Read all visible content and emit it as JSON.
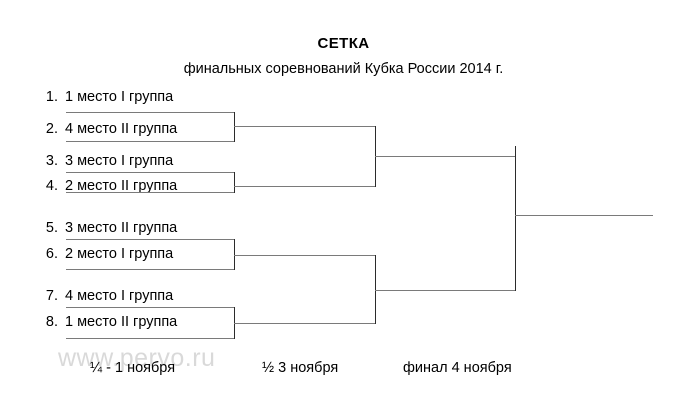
{
  "header": {
    "title": "СЕТКА",
    "subtitle": "финальных соревнований Кубка России 2014 г."
  },
  "bracket": {
    "seeds": [
      {
        "num": "1.",
        "label": "1 место I группа"
      },
      {
        "num": "2.",
        "label": "4 место II группа"
      },
      {
        "num": "3.",
        "label": "3 место I группа"
      },
      {
        "num": "4.",
        "label": "2 место II группа"
      },
      {
        "num": "5.",
        "label": "3 место II группа"
      },
      {
        "num": "6.",
        "label": "2 место I группа"
      },
      {
        "num": "7.",
        "label": "4 место I группа"
      },
      {
        "num": "8.",
        "label": "1 место II группа"
      }
    ],
    "rounds": [
      {
        "label": "¼ - 1 ноября"
      },
      {
        "label": "½  3 ноября"
      },
      {
        "label": "финал 4 ноября"
      }
    ]
  },
  "watermark": {
    "text": "www.pervo.ru"
  },
  "colors": {
    "line": "#7a7a7a",
    "line_dark": "#2b2b2b",
    "text": "#000000",
    "watermark": "#d9d9d9",
    "background": "#ffffff"
  }
}
